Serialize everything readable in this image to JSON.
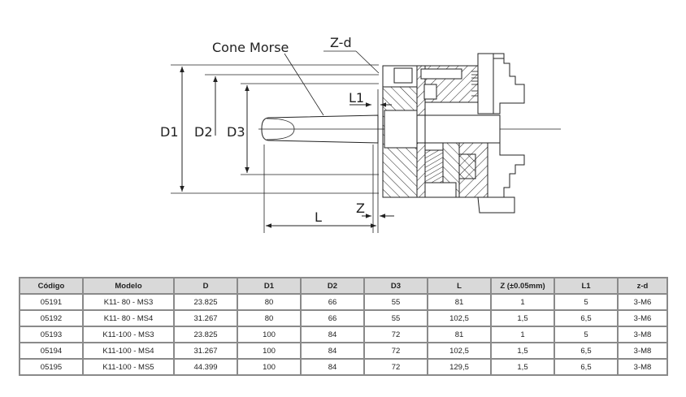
{
  "drawing": {
    "labels": {
      "cone_morse": "Cone Morse",
      "z_d": "Z-d",
      "d1": "D1",
      "d2": "D2",
      "d3": "D3",
      "l1": "L1",
      "l": "L",
      "z": "Z"
    }
  },
  "table": {
    "headers": [
      "Código",
      "Modelo",
      "D",
      "D1",
      "D2",
      "D3",
      "L",
      "Z (±0.05mm)",
      "L1",
      "z-d"
    ],
    "rows": [
      [
        "05191",
        "K11- 80 - MS3",
        "23.825",
        "80",
        "66",
        "55",
        "81",
        "1",
        "5",
        "3-M6"
      ],
      [
        "05192",
        "K11- 80 - MS4",
        "31.267",
        "80",
        "66",
        "55",
        "102,5",
        "1,5",
        "6,5",
        "3-M6"
      ],
      [
        "05193",
        "K11-100 - MS3",
        "23.825",
        "100",
        "84",
        "72",
        "81",
        "1",
        "5",
        "3-M8"
      ],
      [
        "05194",
        "K11-100 - MS4",
        "31.267",
        "100",
        "84",
        "72",
        "102,5",
        "1,5",
        "6,5",
        "3-M8"
      ],
      [
        "05195",
        "K11-100 - MS5",
        "44.399",
        "100",
        "84",
        "72",
        "129,5",
        "1,5",
        "6,5",
        "3-M8"
      ]
    ]
  }
}
